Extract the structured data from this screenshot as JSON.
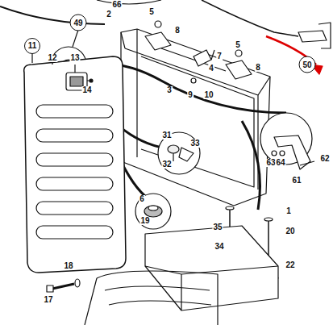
{
  "diagram": {
    "nodes": [
      {
        "text": [
          "49"
        ]
      },
      {
        "text": [
          "11"
        ]
      },
      {
        "text": [
          "50"
        ]
      }
    ],
    "labels": [
      "66",
      "2",
      "5",
      "8",
      "7",
      "4",
      "5",
      "8",
      "3",
      "9",
      "10",
      "12",
      "13",
      "14",
      "31",
      "33",
      "32",
      "6",
      "63",
      "64",
      "62",
      "61",
      "1",
      "19",
      "35",
      "34",
      "20",
      "22",
      "18",
      "17"
    ]
  }
}
